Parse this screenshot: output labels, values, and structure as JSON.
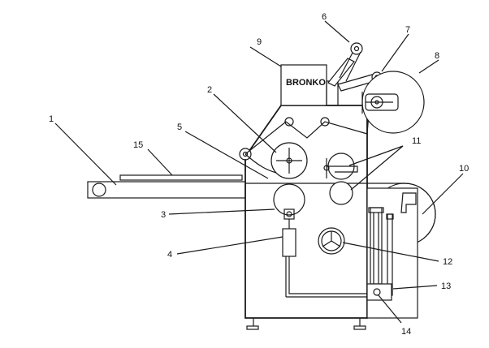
{
  "brand_label": "BRONKO",
  "callouts": {
    "c1": "1",
    "c2": "2",
    "c3": "3",
    "c4": "4",
    "c5": "5",
    "c6": "6",
    "c7": "7",
    "c8": "8",
    "c9": "9",
    "c10": "10",
    "c11": "11",
    "c12": "12",
    "c13": "13",
    "c14": "14",
    "c15": "15"
  }
}
